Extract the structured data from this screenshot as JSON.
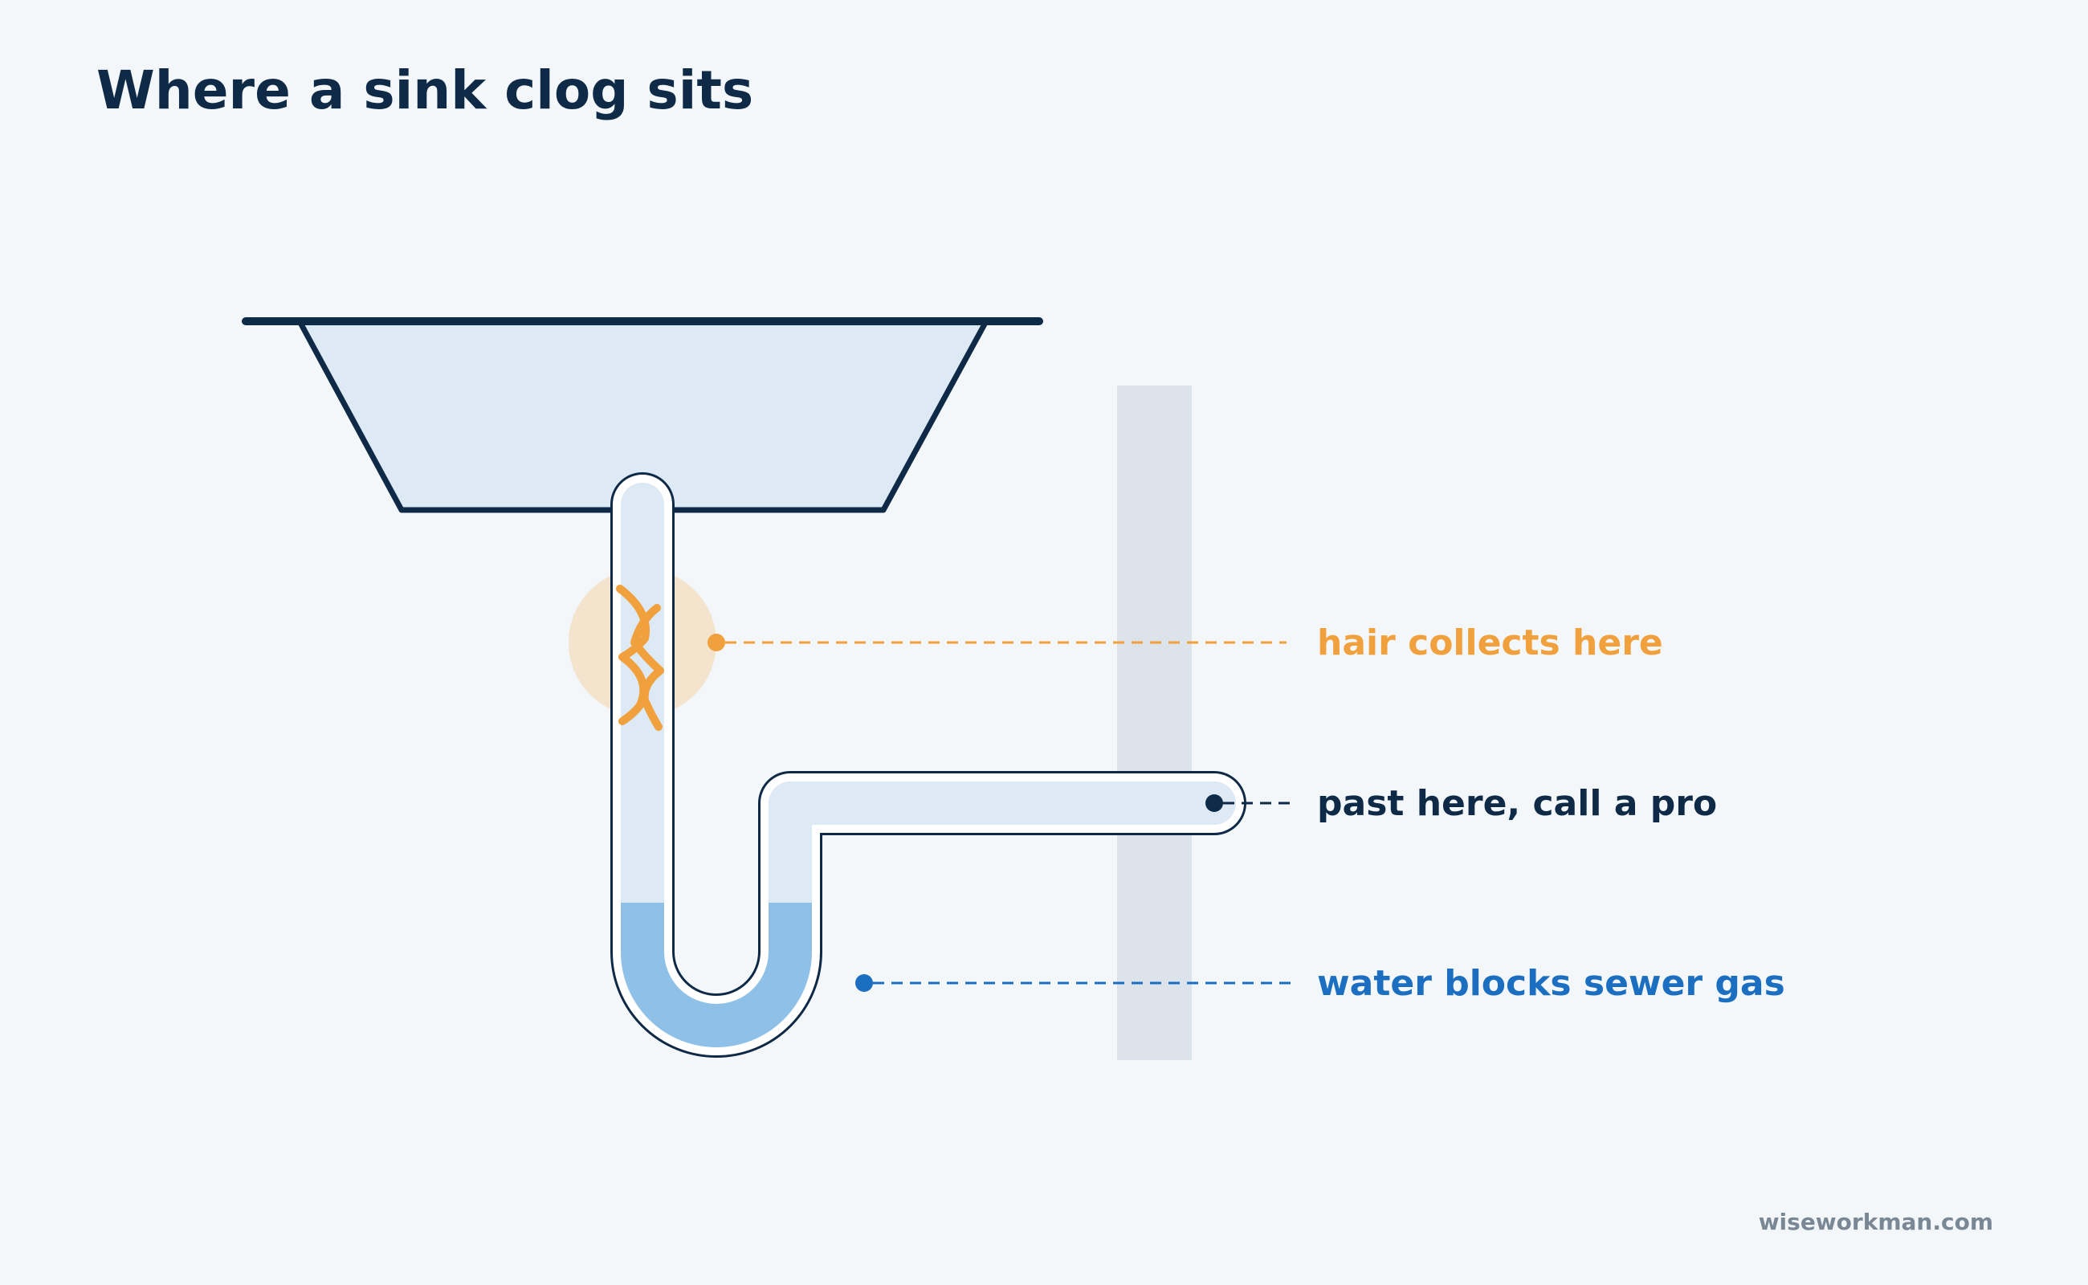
{
  "title": "Where a sink clog sits",
  "callouts": {
    "hair": "hair collects here",
    "pro": "past here, call a pro",
    "water": "water blocks sewer gas"
  },
  "credit": "wiseworkman.com",
  "colors": {
    "background": "#f3f7fa",
    "ink": "#0f2a47",
    "pipe_fill": "#ddeaf5",
    "water": "#8fc1e8",
    "wall": "#dde3ea",
    "hair": "#f0a03c",
    "hair_glow": "#f4e3cd",
    "water_label": "#1c6fc0",
    "credit": "#7a8896"
  }
}
